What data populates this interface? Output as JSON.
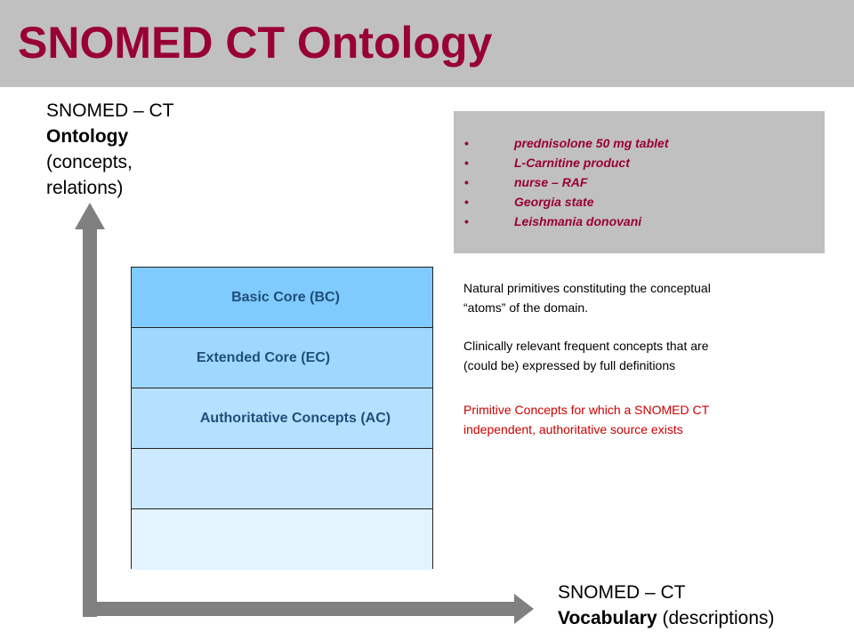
{
  "title": "SNOMED CT Ontology",
  "y_axis_label": {
    "line1": "SNOMED – CT",
    "line2_bold": "Ontology",
    "line3": "(concepts,",
    "line4": "relations)"
  },
  "x_axis_label": {
    "line1": "SNOMED – CT",
    "line2_bold": "Vocabulary",
    "line2_rest": " (descriptions)"
  },
  "layers": [
    {
      "label": "Basic Core (BC)"
    },
    {
      "label": "Extended Core (EC)"
    },
    {
      "label": "Authoritative Concepts (AC)"
    },
    {
      "label": ""
    },
    {
      "label": ""
    }
  ],
  "examples": {
    "bullet": "•",
    "items": [
      "prednisolone 50 mg tablet",
      "L-Carnitine product",
      "nurse – RAF",
      "Georgia state",
      "Leishmania donovani"
    ]
  },
  "descriptions": {
    "bc": [
      "Natural primitives constituting the conceptual",
      "“atoms” of the domain."
    ],
    "ec": [
      "Clinically relevant frequent concepts that are",
      "(could be) expressed by full definitions"
    ],
    "ac": [
      "Primitive Concepts for which a SNOMED CT",
      "independent, authoritative source exists"
    ]
  },
  "colors": {
    "title": "#990033",
    "header_bar": "#c0c0c0",
    "axis_arrow": "#808080",
    "example_text": "#990033",
    "ac_description": "#cc0000",
    "layer_text": "#1f4e79"
  }
}
